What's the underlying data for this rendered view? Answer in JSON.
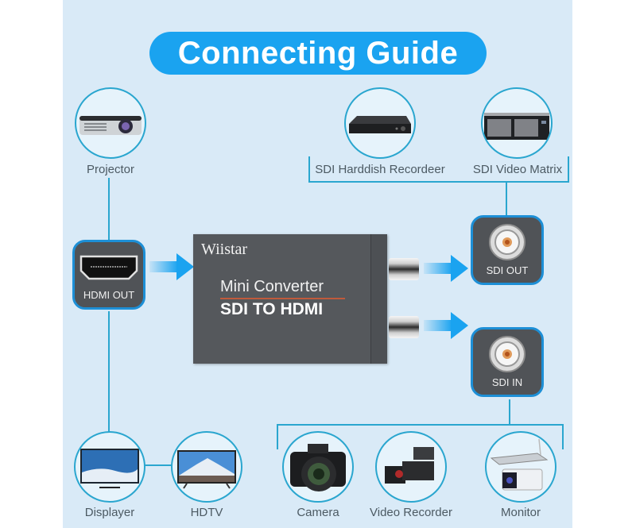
{
  "title": "Connecting Guide",
  "colors": {
    "accent": "#1aa3f0",
    "line": "#2aa6cf",
    "panel": "#d9eaf7",
    "port_box": "#505357"
  },
  "devices": {
    "projector": {
      "label": "Projector",
      "icon": "projector-icon"
    },
    "sdi_recorder": {
      "label": "SDI Harddish Recordeer",
      "icon": "dvr-recorder-icon"
    },
    "sdi_matrix": {
      "label": "SDI Video Matrix",
      "icon": "video-matrix-icon"
    },
    "displayer": {
      "label": "Displayer",
      "icon": "monitor-display-icon"
    },
    "hdtv": {
      "label": "HDTV",
      "icon": "tv-icon"
    },
    "camera": {
      "label": "Camera",
      "icon": "camera-icon"
    },
    "video_recorder": {
      "label": "Video Recorder",
      "icon": "camcorder-icon"
    },
    "monitor": {
      "label": "Monitor",
      "icon": "security-camera-icon"
    }
  },
  "ports": {
    "hdmi_out": {
      "label": "HDMI OUT",
      "icon": "hdmi-port-icon"
    },
    "sdi_out": {
      "label": "SDI OUT",
      "icon": "bnc-port-icon"
    },
    "sdi_in": {
      "label": "SDI IN",
      "icon": "bnc-port-icon"
    }
  },
  "converter": {
    "brand": "Wiistar",
    "line1": "Mini Converter",
    "line2": "SDI TO HDMI"
  }
}
